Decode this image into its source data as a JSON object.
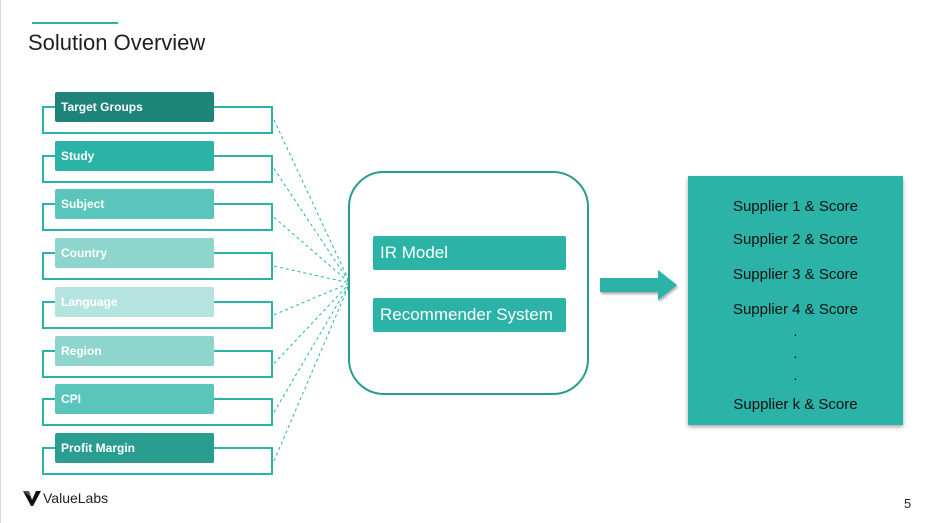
{
  "slide": {
    "title": "Solution Overview",
    "page_number": "5"
  },
  "inputs": [
    {
      "label": "Target Groups",
      "color": "#1e8378"
    },
    {
      "label": "Study",
      "color": "#2ab3a6"
    },
    {
      "label": "Subject",
      "color": "#59c5bb"
    },
    {
      "label": "Country",
      "color": "#8ed5ce"
    },
    {
      "label": "Language",
      "color": "#b5e3df"
    },
    {
      "label": "Region",
      "color": "#8ed5ce"
    },
    {
      "label": "CPI",
      "color": "#59c5bb"
    },
    {
      "label": "Profit Margin",
      "color": "#2a9d90"
    }
  ],
  "model": {
    "items": [
      {
        "label": "IR Model"
      },
      {
        "label": "Recommender System"
      }
    ]
  },
  "output": {
    "suppliers": [
      "Supplier 1 & Score",
      "Supplier 2 & Score",
      "Supplier 3 & Score",
      "Supplier 4 & Score"
    ],
    "ellipsis": [
      ".",
      ".",
      "."
    ],
    "last_supplier": "Supplier k & Score"
  },
  "logo": {
    "text": "ValueLabs",
    "icon": "valuelabs-logo-icon"
  },
  "colors": {
    "accent": "#2ab3a6",
    "dark_accent": "#1e8378"
  }
}
